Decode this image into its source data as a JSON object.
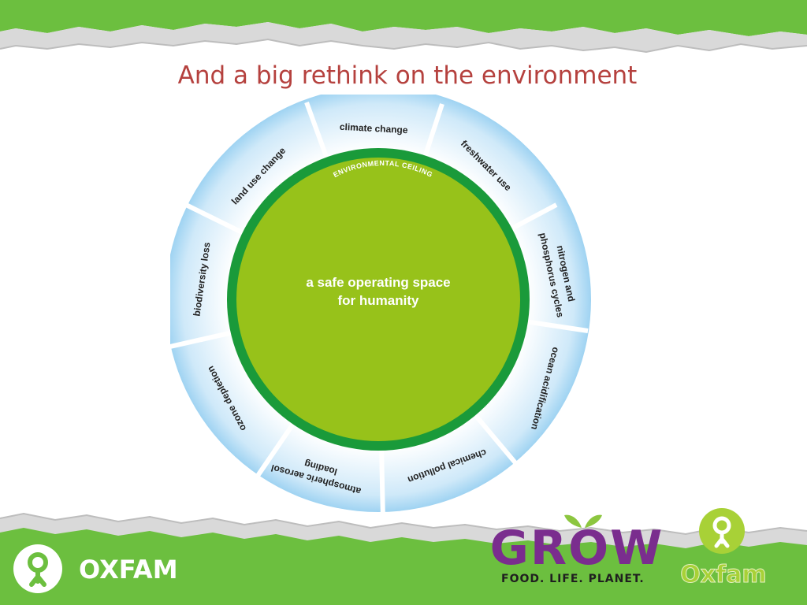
{
  "slide": {
    "title": "And a big rethink on the environment"
  },
  "diagram": {
    "center_line1": "a safe operating space",
    "center_line2": "for humanity",
    "ring_label": "ENVIRONMENTAL CEILING",
    "segments": [
      "climate change",
      "freshwater use",
      "nitrogen and",
      "phosphorus cycles",
      "ocean acidification",
      "chemical pollution",
      "atmospheric aerosol",
      "loading",
      "ozone depletion",
      "biodiversity loss",
      "land use change"
    ]
  },
  "logos": {
    "oxfam_left": "OXFAM",
    "grow": "GROW",
    "grow_tagline": "FOOD. LIFE. PLANET.",
    "oxfam_right": "Oxfam"
  },
  "colors": {
    "title": "#b5413e",
    "band_green": "#6cbf3f",
    "core_green": "#97c21a",
    "ring_green": "#1a9a3a",
    "halo_blue": "#bfe3f8",
    "grow_purple": "#7a2d8e"
  }
}
